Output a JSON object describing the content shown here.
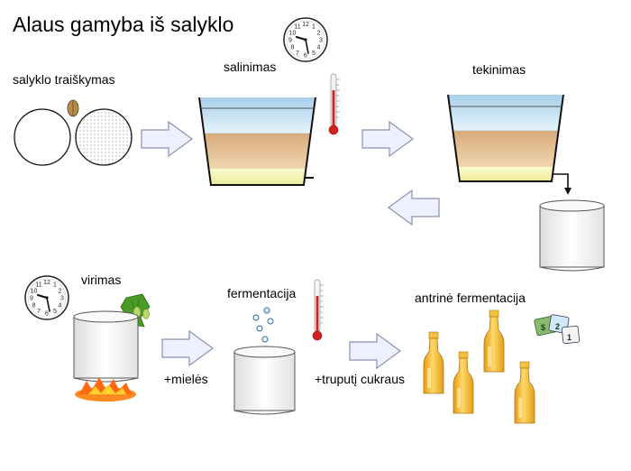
{
  "title": "Alaus gamyba iš salyklo",
  "steps": {
    "malt_crushing": "salyklo traiškymas",
    "mashing": "salinimas",
    "lautering": "tekinimas",
    "boiling": "virimas",
    "fermentation": "fermentacija",
    "secondary_fermentation": "antrinė fermentacija"
  },
  "additions": {
    "yeast": "+mielės",
    "sugar": "+truputį cukraus"
  },
  "colors": {
    "water": "#c9e3f3",
    "grain": "#e8c49a",
    "liquid": "#f3efa6",
    "arrow_fill": "#eef0ff",
    "arrow_stroke": "#8a90b0",
    "thermometer": "#d02020",
    "hops": "#4a9a28",
    "flame": "#ff6a10",
    "beer": "#f0b020"
  },
  "icons": [
    "clock-icon",
    "grain-icon",
    "thermometer-icon",
    "hops-icon",
    "flame-icon",
    "bubbles-icon",
    "beer-bottle-icon",
    "money-icon"
  ]
}
